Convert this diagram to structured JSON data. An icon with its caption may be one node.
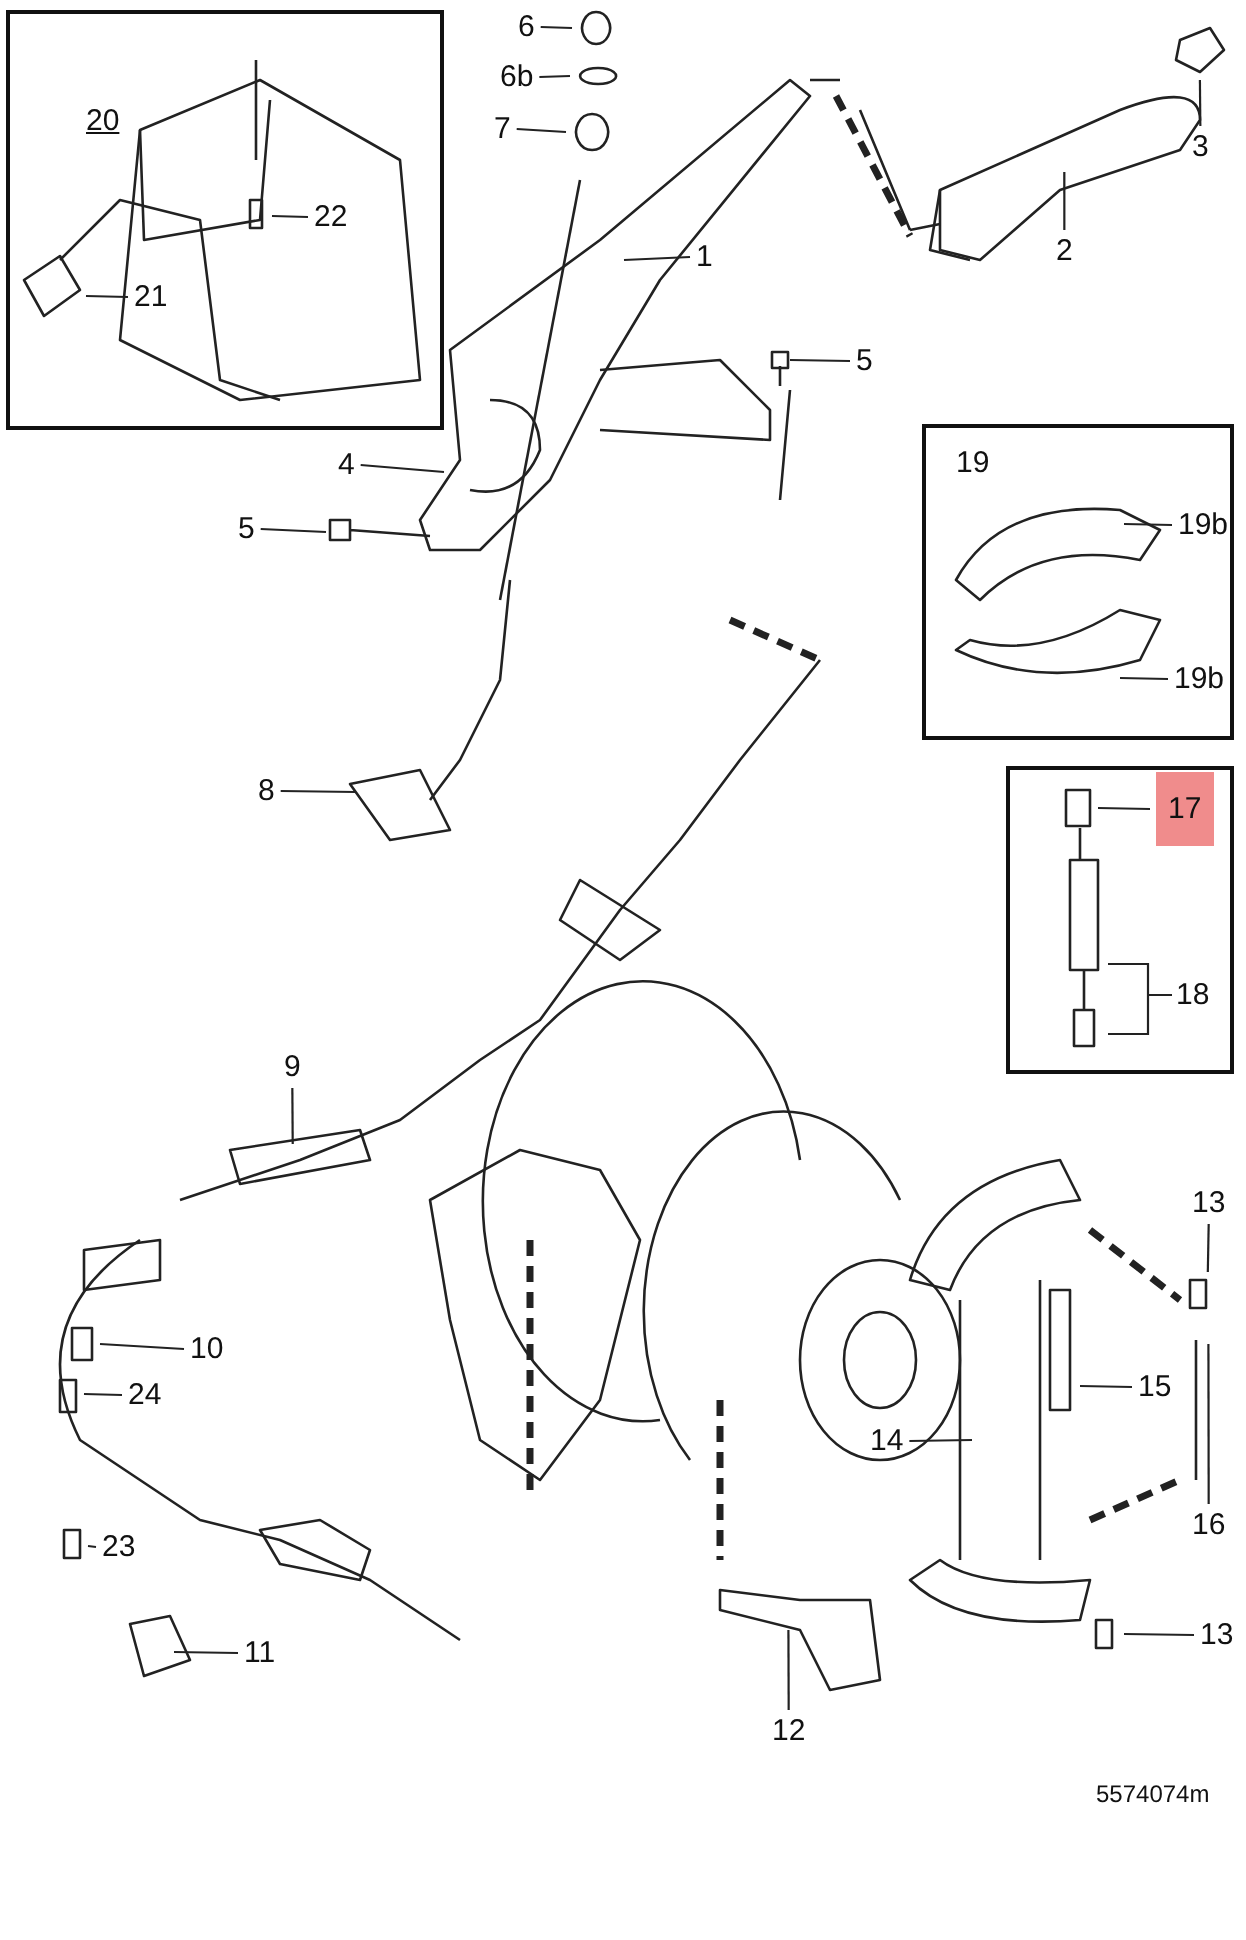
{
  "diagram": {
    "nodes": [
      {
        "text": [
          "20"
        ]
      },
      {
        "text": [
          "22"
        ],
        "in": 0
      },
      {
        "text": [
          "21"
        ],
        "in": 0
      },
      {
        "text": [
          "6"
        ]
      },
      {
        "text": [
          "6b"
        ]
      },
      {
        "text": [
          "7"
        ]
      },
      {
        "text": [
          "3"
        ]
      },
      {
        "text": [
          "1"
        ]
      },
      {
        "text": [
          "2"
        ]
      },
      {
        "text": [
          "5"
        ]
      },
      {
        "text": [
          "4"
        ]
      },
      {
        "text": [
          "5"
        ]
      },
      {
        "text": [
          "19"
        ]
      },
      {
        "text": [
          "19b"
        ],
        "in": 12
      },
      {
        "text": [
          "19b"
        ],
        "in": 12
      },
      {
        "text": [],
        "shape": "box"
      },
      {
        "text": [
          "17"
        ],
        "in": 15
      },
      {
        "text": [
          "18"
        ],
        "in": 15
      },
      {
        "text": [
          "8"
        ]
      },
      {
        "text": [
          "9"
        ]
      },
      {
        "text": [
          "13"
        ]
      },
      {
        "text": [
          "10"
        ]
      },
      {
        "text": [
          "15"
        ]
      },
      {
        "text": [
          "24"
        ]
      },
      {
        "text": [
          "14"
        ]
      },
      {
        "text": [
          "16"
        ]
      },
      {
        "text": [
          "23"
        ]
      },
      {
        "text": [
          "11"
        ]
      },
      {
        "text": [
          "13"
        ]
      },
      {
        "text": [
          "12"
        ]
      }
    ],
    "edges": [
      {
        "from": 1,
        "to": null,
        "arrow": "none"
      },
      {
        "from": 2,
        "to": null,
        "arrow": "none"
      },
      {
        "from": 3,
        "to": null,
        "arrow": "none"
      },
      {
        "from": 4,
        "to": null,
        "arrow": "none"
      },
      {
        "from": 5,
        "to": null,
        "arrow": "none"
      },
      {
        "from": 6,
        "to": null,
        "arrow": "none"
      },
      {
        "from": 7,
        "to": null,
        "arrow": "none"
      },
      {
        "from": 8,
        "to": null,
        "arrow": "none"
      },
      {
        "from": 9,
        "to": null,
        "arrow": "none"
      },
      {
        "from": 10,
        "to": null,
        "arrow": "none"
      },
      {
        "from": 11,
        "to": null,
        "arrow": "none"
      },
      {
        "from": 13,
        "to": null,
        "arrow": "none"
      },
      {
        "from": 14,
        "to": null,
        "arrow": "none"
      },
      {
        "from": 16,
        "to": null,
        "arrow": "none"
      },
      {
        "from": 17,
        "to": null,
        "arrow": "none"
      },
      {
        "from": 18,
        "to": null,
        "arrow": "none"
      },
      {
        "from": 19,
        "to": null,
        "arrow": "none"
      },
      {
        "from": 20,
        "to": null,
        "arrow": "none"
      },
      {
        "from": 21,
        "to": null,
        "arrow": "none"
      },
      {
        "from": 22,
        "to": null,
        "arrow": "none"
      },
      {
        "from": 23,
        "to": null,
        "arrow": "none"
      },
      {
        "from": 24,
        "to": null,
        "arrow": "none"
      },
      {
        "from": 25,
        "to": null,
        "arrow": "none"
      },
      {
        "from": 26,
        "to": null,
        "arrow": "none"
      },
      {
        "from": 27,
        "to": null,
        "arrow": "none"
      },
      {
        "from": 28,
        "to": null,
        "arrow": "none"
      },
      {
        "from": 29,
        "to": null,
        "arrow": "none"
      }
    ],
    "labels": [
      "5574074m"
    ]
  }
}
